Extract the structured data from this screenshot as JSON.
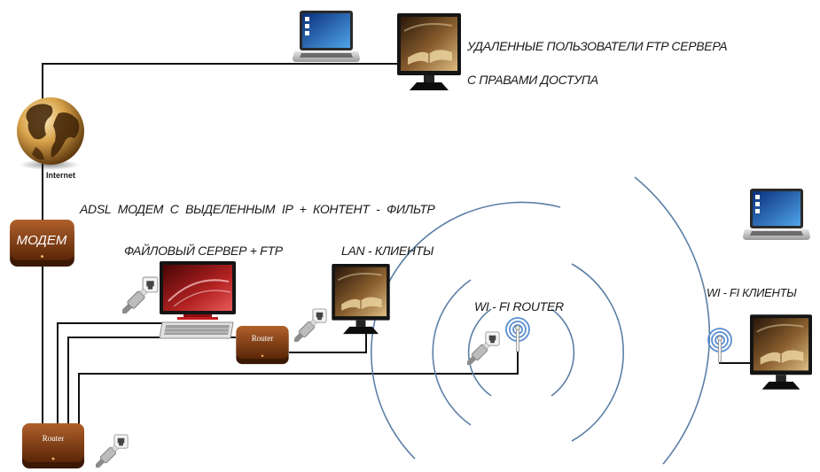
{
  "remote_users": {
    "line1": "УДАЛЕННЫЕ ПОЛЬЗОВАТЕЛИ FTP СЕРВЕРА",
    "line2": "С ПРАВАМИ ДОСТУПА"
  },
  "internet": {
    "label": "Internet"
  },
  "modem": {
    "caption": "ADSL МОДЕМ С ВЫДЕЛЕННЫМ IP + КОНТЕНТ - ФИЛЬТР",
    "label": "МОДЕМ"
  },
  "file_server": {
    "label": "ФАЙЛОВЫЙ СЕРВЕР + FTP"
  },
  "lan_clients": {
    "label": "LAN - КЛИЕНТЫ"
  },
  "wifi_router": {
    "label": "WI - FI ROUTER"
  },
  "wifi_clients": {
    "label": "WI - FI КЛИЕНТЫ"
  },
  "routers": [
    {
      "label": "Router"
    },
    {
      "label": "Router"
    }
  ],
  "colors": {
    "cable": "#111111",
    "wave": "#5b7fa6"
  }
}
